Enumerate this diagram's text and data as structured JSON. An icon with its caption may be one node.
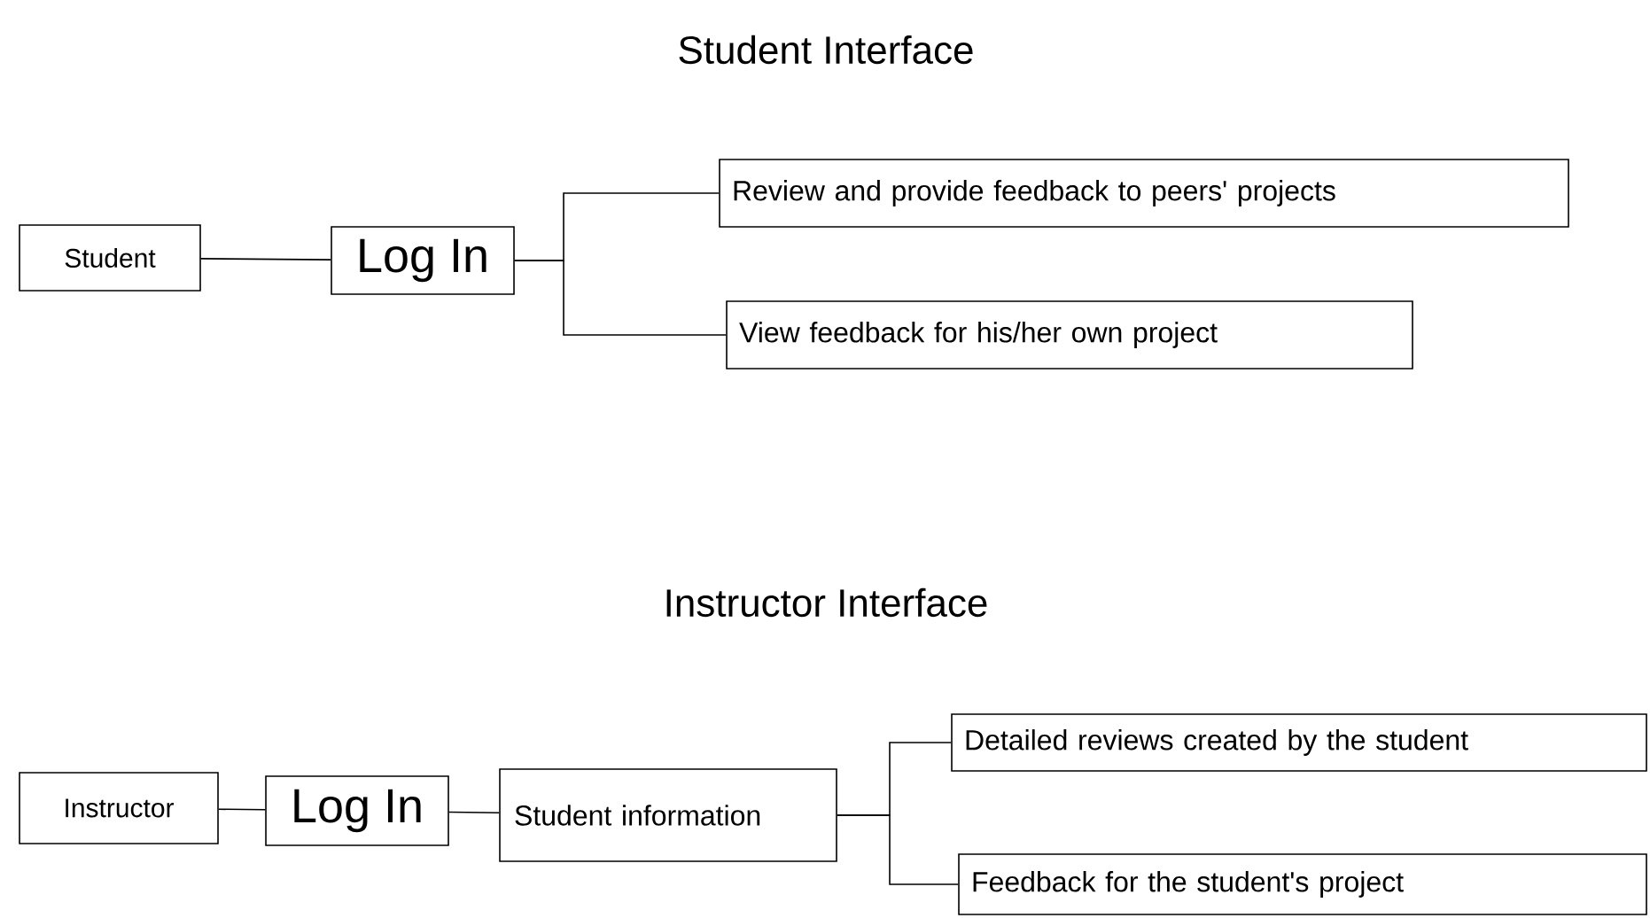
{
  "diagram": {
    "nodes": [
      {
        "text": [
          "Student"
        ]
      },
      {
        "text": [
          "Log In"
        ]
      },
      {
        "text": [
          "Review and provide feedback to peers' projects"
        ]
      },
      {
        "text": [
          "View feedback for his/her own project"
        ]
      },
      {
        "text": [
          "Instructor"
        ]
      },
      {
        "text": [
          "Log In"
        ]
      },
      {
        "text": [
          "Student information"
        ]
      },
      {
        "text": [
          "Detailed reviews created by the student"
        ]
      },
      {
        "text": [
          "Feedback for the student's project"
        ]
      }
    ],
    "edges": [
      {
        "from": 0,
        "to": 1,
        "arrow": "none"
      },
      {
        "from": 1,
        "to": 2,
        "arrow": "none"
      },
      {
        "from": 1,
        "to": 3,
        "arrow": "none"
      },
      {
        "from": 4,
        "to": 5,
        "arrow": "none"
      },
      {
        "from": 5,
        "to": 6,
        "arrow": "none"
      },
      {
        "from": 6,
        "to": 7,
        "arrow": "none"
      },
      {
        "from": 6,
        "to": 8,
        "arrow": "none"
      }
    ],
    "labels": [
      "Student Interface",
      "Instructor Interface"
    ]
  }
}
